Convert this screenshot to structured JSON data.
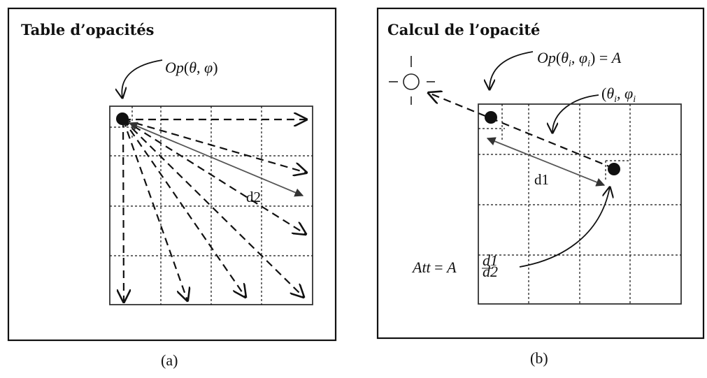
{
  "panel_a": {
    "title": "Table d’opacités",
    "op_label": "Op(θ, φ)",
    "op_label_parts": {
      "op": "Op",
      "open": "(",
      "theta": "θ",
      "comma": ", ",
      "phi": "φ",
      "close": ")"
    },
    "distance_label": "d2",
    "caption": "(a)"
  },
  "panel_b": {
    "title": "Calcul de l’opacité",
    "op_label_parts": {
      "op": "Op",
      "open": "(",
      "theta": "θ",
      "sub_i1": "i",
      "comma": ", ",
      "phi": "φ",
      "sub_i2": "i",
      "close": ")",
      "eq": " = ",
      "A": "A"
    },
    "angle_label_parts": {
      "open": "(",
      "theta": "θ",
      "sub_i1": "i",
      "comma": ", ",
      "phi": "φ",
      "sub_i2": "i"
    },
    "distance_label": "d1",
    "att_label_parts": {
      "att": "Att",
      "eq": " = ",
      "A": "A",
      "num": "d1",
      "den": "d2"
    },
    "caption": "(b)"
  },
  "colors": {
    "ink": "#111111",
    "background": "#ffffff"
  }
}
